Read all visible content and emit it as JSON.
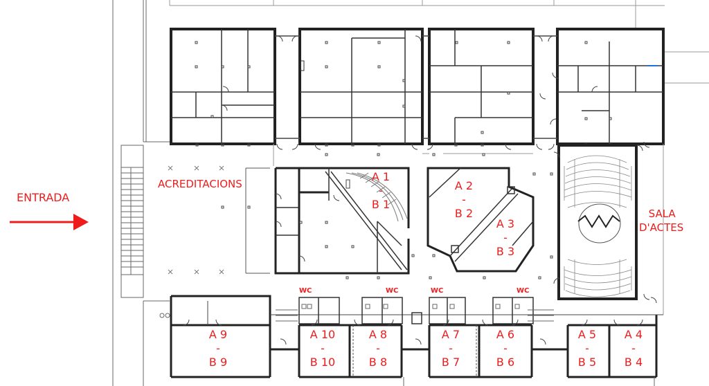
{
  "entrance": {
    "label": "ENTRADA"
  },
  "accreditation": {
    "label": "ACREDITACIONS"
  },
  "auditorium": {
    "line1": "SALA",
    "line2": "D'ACTES"
  },
  "rooms": [
    {
      "top": "A 1",
      "sep": "-",
      "bottom": "B 1"
    },
    {
      "top": "A 2",
      "sep": "-",
      "bottom": "B 2"
    },
    {
      "top": "A 3",
      "sep": "-",
      "bottom": "B 3"
    },
    {
      "top": "A 4",
      "sep": "-",
      "bottom": "B 4"
    },
    {
      "top": "A 5",
      "sep": "-",
      "bottom": "B 5"
    },
    {
      "top": "A 6",
      "sep": "-",
      "bottom": "B 6"
    },
    {
      "top": "A 7",
      "sep": "-",
      "bottom": "B 7"
    },
    {
      "top": "A 8",
      "sep": "-",
      "bottom": "B 8"
    },
    {
      "top": "A 9",
      "sep": "-",
      "bottom": "B 9"
    },
    {
      "top": "A 10",
      "sep": "-",
      "bottom": "B 10"
    }
  ],
  "restrooms": [
    "WC",
    "WC",
    "WC",
    "WC"
  ],
  "colors": {
    "labels": "#ee1c1c",
    "walls": "#222222",
    "lines": "#555555",
    "background": "#ffffff"
  }
}
